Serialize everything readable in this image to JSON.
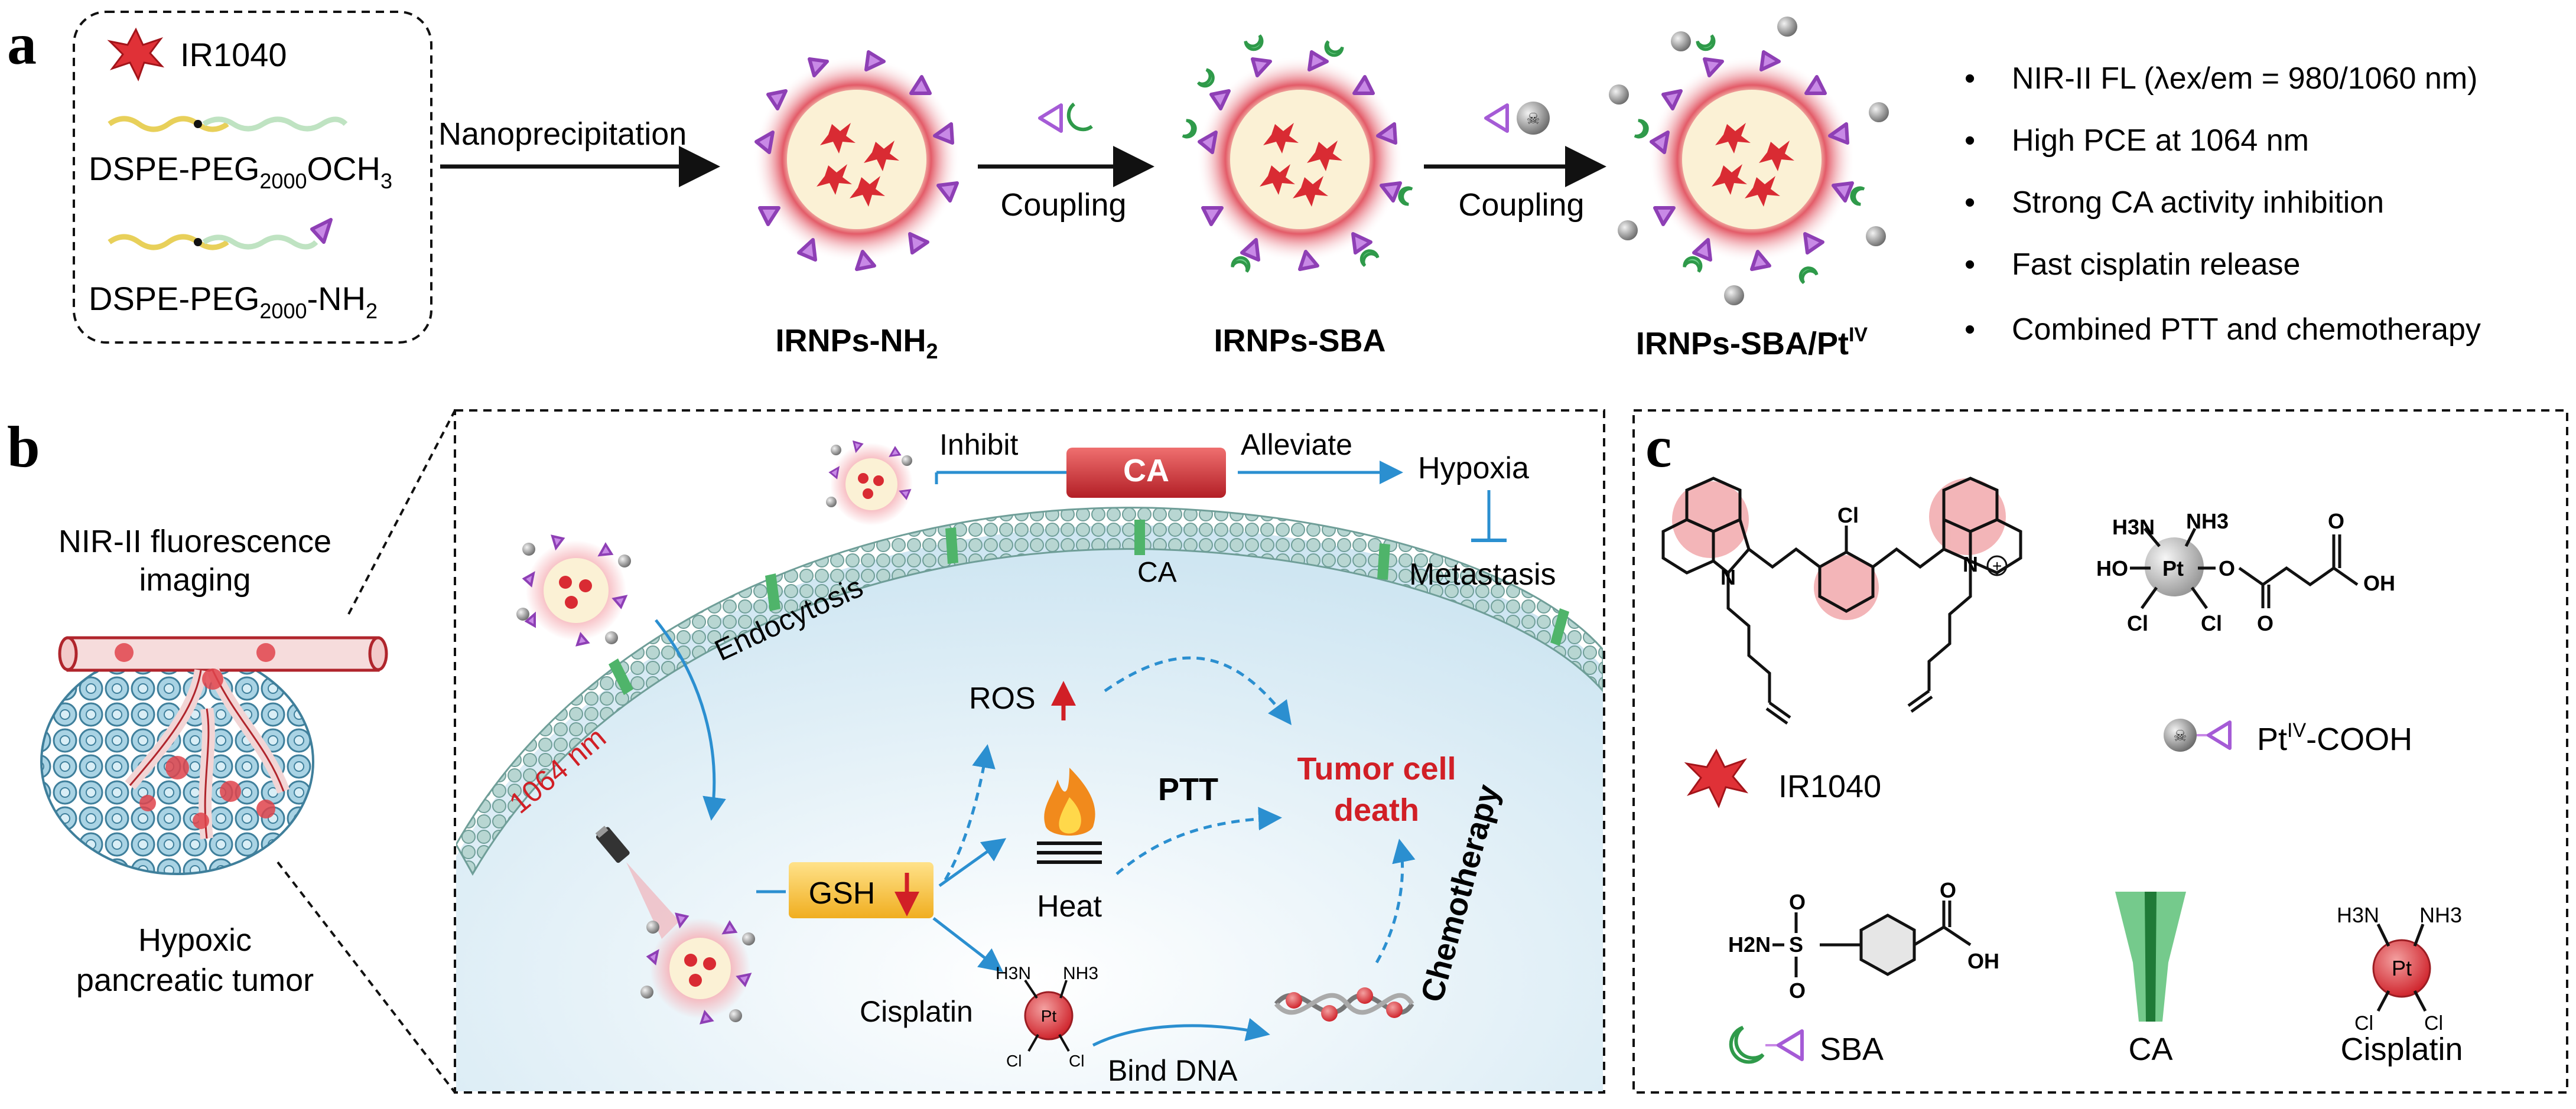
{
  "colors": {
    "nanoparticle_core": "#fbf1d5",
    "nanoparticle_glow": "#e8878f",
    "dye_red": "#d92b33",
    "sba_purple": "#a55bd6",
    "ca_green": "#2f9a4a",
    "platinum_gray": "#8a8a8a",
    "arrow_blue": "#2b8fd0",
    "tumor_death_red": "#d11f26",
    "ca_box_red": "#c9282e",
    "gsh_box": "#f2b82c",
    "cell_interior": "#dcedf6",
    "membrane_teal": "#9fc7c2",
    "tumor_blue": "#7fb6cf"
  },
  "panel_a": {
    "letter": "a",
    "legend": {
      "ir1040": "IR1040",
      "peg_och3": "DSPE-PEG",
      "peg_och3_sub": "2000",
      "peg_och3_tail": "OCH",
      "peg_och3_tail_sub": "3",
      "peg_nh2": "DSPE-PEG",
      "peg_nh2_sub": "2000",
      "peg_nh2_tail": "-NH",
      "peg_nh2_tail_sub": "2"
    },
    "step1_label": "Nanoprecipitation",
    "step2_label": "Coupling",
    "step3_label": "Coupling",
    "np1_name": "IRNPs-NH",
    "np1_name_sub": "2",
    "np2_name": "IRNPs-SBA",
    "np3_name": "IRNPs-SBA/Pt",
    "np3_name_sup": "IV",
    "features": [
      "NIR-II FL (λex/em = 980/1060 nm)",
      "High PCE at 1064 nm",
      "Strong CA activity inhibition",
      "Fast cisplatin release",
      "Combined PTT and chemotherapy"
    ],
    "bullet": "•"
  },
  "panel_b": {
    "letter": "b",
    "imaging_label": [
      "NIR-II fluorescence",
      "imaging"
    ],
    "tumor_label": [
      "Hypoxic",
      "pancreatic tumor"
    ],
    "inhibit": "Inhibit",
    "ca_box": "CA",
    "alleviate": "Alleviate",
    "hypoxia": "Hypoxia",
    "metastasis": "Metastasis",
    "ca_membrane": "CA",
    "endocytosis": "Endocytosis",
    "laser": "1064 nm",
    "ros": "ROS",
    "gsh": "GSH",
    "heat": "Heat",
    "ptt": "PTT",
    "tumor_death": [
      "Tumor cell",
      "death"
    ],
    "chemotherapy": "Chemotherapy",
    "cisplatin": "Cisplatin",
    "bind_dna": "Bind DNA",
    "pt_labels": {
      "pt": "Pt",
      "h3n": "H3N",
      "nh3": "NH3",
      "cl1": "Cl",
      "cl2": "Cl"
    }
  },
  "panel_c": {
    "letter": "c",
    "ir1040_label": "IR1040",
    "ptiv_label": "Pt",
    "ptiv_label_sup": "IV",
    "ptiv_label_tail": "-COOH",
    "sba_label": "SBA",
    "ca_label": "CA",
    "cisplatin_label": "Cisplatin",
    "struct_text": {
      "cl": "Cl",
      "n1": "N",
      "n2": "N",
      "plus": "+",
      "h3n": "H3N",
      "nh3": "NH3",
      "ho": "HO",
      "pt": "Pt",
      "o1": "O",
      "o2": "O",
      "oh": "OH",
      "o3": "O",
      "cl_a": "Cl",
      "cl_b": "Cl",
      "h2n": "H2N",
      "s": "S",
      "o4": "O",
      "o5": "O",
      "o6": "O",
      "oh2": "OH",
      "h3n2": "H3N",
      "nh3b": "NH3",
      "pt2": "Pt",
      "cl_c": "Cl",
      "cl_d": "Cl"
    }
  }
}
